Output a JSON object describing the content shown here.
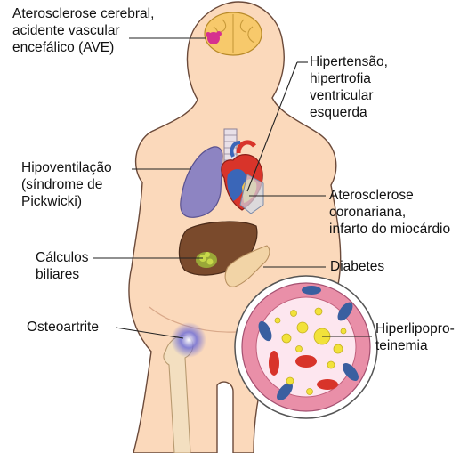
{
  "labels": {
    "brain": "Aterosclerose cerebral,\nacidente vascular\nencefálico (AVE)",
    "heart": "Hipertensão,\nhipertrofia\nventricular\nesquerda",
    "lungs": "Hipoventilação\n(síndrome de\nPickwicki)",
    "coronary": "Aterosclerose\ncoronariana,\ninfarto do miocárdio",
    "gallbladder": "Cálculos\nbiliares",
    "pancreas": "Diabetes",
    "hip": "Osteoartrite",
    "vessel": "Hiperlipopro-\nteinemia"
  },
  "colors": {
    "skin": "#fbd9bb",
    "skin_outline": "#6b4a3a",
    "brain": "#f7c96b",
    "brain_lesion": "#d6318f",
    "lung": "#8d84c2",
    "liver": "#7a4a2c",
    "gallstone": "#c8d94a",
    "pancreas": "#f2d4a6",
    "heart_red": "#d8342a",
    "heart_blue": "#3a66b8",
    "bone": "#f3dfc0",
    "inflammation": "#4444cc",
    "vessel_wall": "#e98fa8",
    "vessel_lumen": "#fde6ef",
    "lipid": "#f2e23a",
    "red_cell": "#d8342a",
    "endothelial_cell": "#3a5fa0",
    "leader_line": "#222222"
  }
}
